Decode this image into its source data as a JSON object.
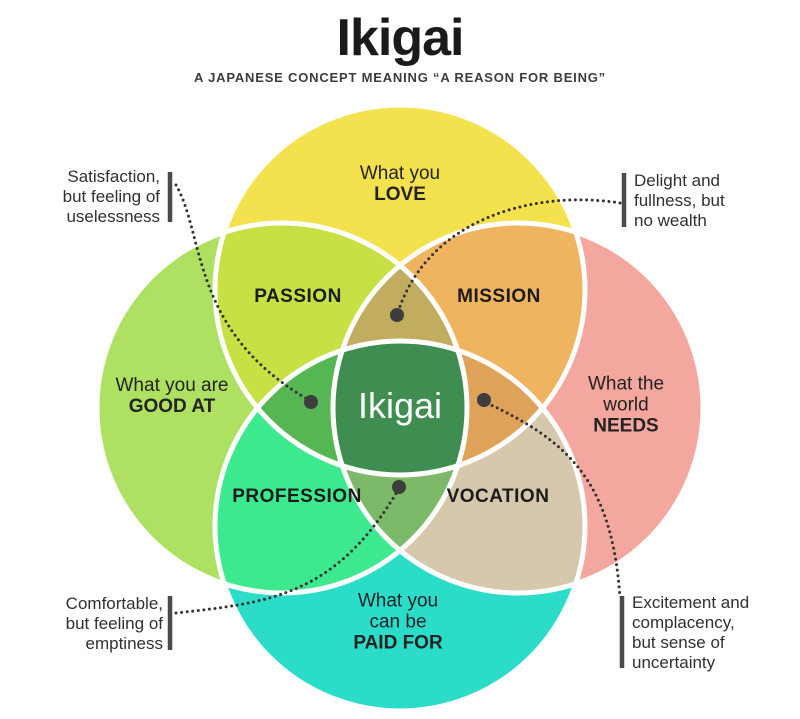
{
  "header": {
    "title": "Ikigai",
    "subtitle": "A JAPANESE CONCEPT MEANING “A REASON FOR BEING”"
  },
  "circles": {
    "love": {
      "lines": [
        "What you",
        "LOVE"
      ],
      "color": "#F4E14E"
    },
    "good_at": {
      "lines": [
        "What you are",
        "GOOD AT"
      ],
      "color": "#AEE062"
    },
    "needs": {
      "lines": [
        "What the",
        "world",
        "NEEDS"
      ],
      "color": "#F4A79E"
    },
    "paid_for": {
      "lines": [
        "What you",
        "can be",
        "PAID FOR"
      ],
      "color": "#2BDCC9"
    }
  },
  "overlaps": {
    "passion": {
      "label": "PASSION",
      "color": "#C7E043"
    },
    "mission": {
      "label": "MISSION",
      "color": "#EFB45F"
    },
    "profession": {
      "label": "PROFESSION",
      "color": "#3CE98E"
    },
    "vocation": {
      "label": "VOCATION",
      "color": "#D5C8AC"
    },
    "petal_top": {
      "color": "#C1AC5F"
    },
    "petal_left": {
      "color": "#57B654"
    },
    "petal_right": {
      "color": "#DFA259"
    },
    "petal_bottom": {
      "color": "#7CBA69"
    },
    "center": {
      "label": "Ikigai",
      "color": "#3F8D50"
    }
  },
  "annotations": {
    "top_left": {
      "lines": [
        "Satisfaction,",
        "but feeling of",
        "uselessness"
      ]
    },
    "top_right": {
      "lines": [
        "Delight and",
        "fullness, but",
        "no wealth"
      ]
    },
    "bottom_left": {
      "lines": [
        "Comfortable,",
        "but feeling of",
        "emptiness"
      ]
    },
    "bottom_right": {
      "lines": [
        "Excitement and",
        "complacency,",
        "but sense of",
        "uncertainty"
      ]
    }
  },
  "accents": {
    "outline": "#FFFFFF",
    "line": "#333333",
    "bar": "#4A4A4A",
    "dot": "#3D3D3D"
  }
}
